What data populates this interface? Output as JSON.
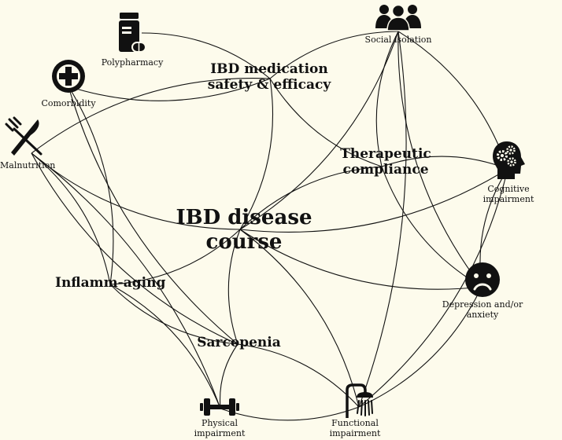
{
  "nodes": {
    "core": "IBD disease course",
    "medication": "IBD medication safety & efficacy",
    "compliance": "Therapeutic compliance",
    "inflammaging": "Inflamm-aging",
    "sarcopenia": "Sarcopenia",
    "polypharmacy": "Polypharmacy",
    "comorbidity": "Comorbidity",
    "malnutrition": "Malnutrition",
    "social": "Social isolation",
    "cognitive": "Cognitive impairment",
    "depression": "Depression and/or anxiety",
    "physical": "Physical impairment",
    "functional": "Functional impairment"
  },
  "labels": {
    "medication_l1": "IBD medication",
    "medication_l2": "safety & efficacy",
    "compliance_l1": "Therapeutic",
    "compliance_l2": "compliance",
    "core_l1": "IBD disease",
    "core_l2": "course",
    "cognitive_l1": "Cognitive",
    "cognitive_l2": "impairment",
    "depression_l1": "Depression and/or",
    "depression_l2": "anxiety",
    "physical_l1": "Physical",
    "physical_l2": "impairment",
    "functional_l1": "Functional",
    "functional_l2": "impairment"
  },
  "icons": {
    "polypharmacy": "pill-bottle-icon",
    "comorbidity": "medical-cross-icon",
    "malnutrition": "fork-knife-icon",
    "social": "people-group-icon",
    "cognitive": "head-gears-icon",
    "depression": "sad-face-icon",
    "physical": "dumbbell-icon",
    "functional": "shower-icon"
  },
  "links": [
    [
      "polypharmacy",
      "medication"
    ],
    [
      "comorbidity",
      "medication"
    ],
    [
      "comorbidity",
      "inflammaging"
    ],
    [
      "comorbidity",
      "sarcopenia"
    ],
    [
      "malnutrition",
      "medication"
    ],
    [
      "malnutrition",
      "core"
    ],
    [
      "malnutrition",
      "inflammaging"
    ],
    [
      "malnutrition",
      "sarcopenia"
    ],
    [
      "malnutrition",
      "physical"
    ],
    [
      "social",
      "medication"
    ],
    [
      "social",
      "core"
    ],
    [
      "social",
      "compliance"
    ],
    [
      "social",
      "cognitive"
    ],
    [
      "social",
      "depression"
    ],
    [
      "social",
      "functional"
    ],
    [
      "medication",
      "compliance"
    ],
    [
      "medication",
      "core"
    ],
    [
      "compliance",
      "core"
    ],
    [
      "compliance",
      "cognitive"
    ],
    [
      "compliance",
      "depression"
    ],
    [
      "cognitive",
      "core"
    ],
    [
      "cognitive",
      "depression"
    ],
    [
      "cognitive",
      "functional"
    ],
    [
      "core",
      "depression"
    ],
    [
      "core",
      "inflammaging"
    ],
    [
      "core",
      "sarcopenia"
    ],
    [
      "core",
      "functional"
    ],
    [
      "inflammaging",
      "sarcopenia"
    ],
    [
      "inflammaging",
      "physical"
    ],
    [
      "sarcopenia",
      "physical"
    ],
    [
      "sarcopenia",
      "functional"
    ],
    [
      "physical",
      "functional"
    ],
    [
      "depression",
      "functional"
    ]
  ],
  "colors": {
    "background": "#fdfbec",
    "ink": "#111111"
  }
}
